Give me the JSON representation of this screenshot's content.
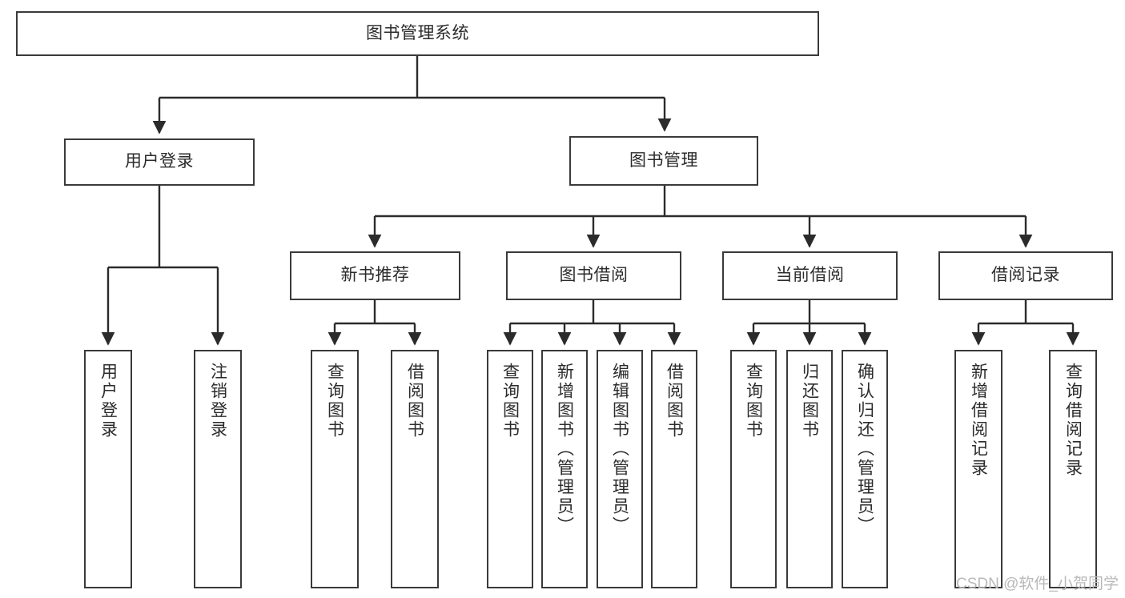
{
  "diagram": {
    "type": "tree",
    "title": "图书管理系统",
    "watermark": "CSDN @软件_小贺同学",
    "style": {
      "background": "#ffffff",
      "box_border": "#3a3a3a",
      "box_fill": "#ffffff",
      "connector": "#2b2b2b",
      "text": "#2b2b2b",
      "watermark_color": "#b9b9b9"
    },
    "levels": [
      {
        "level": 1,
        "nodes": [
          {
            "id": "root",
            "label": "图书管理系统",
            "orientation": "horizontal"
          }
        ]
      },
      {
        "level": 2,
        "nodes": [
          {
            "id": "user-login",
            "label": "用户登录",
            "orientation": "horizontal",
            "parent": "root"
          },
          {
            "id": "book-manage",
            "label": "图书管理",
            "orientation": "horizontal",
            "parent": "root"
          }
        ]
      },
      {
        "level": 3,
        "nodes": [
          {
            "id": "new-book-rec",
            "label": "新书推荐",
            "orientation": "horizontal",
            "parent": "book-manage"
          },
          {
            "id": "book-borrow",
            "label": "图书借阅",
            "orientation": "horizontal",
            "parent": "book-manage"
          },
          {
            "id": "current-borrow",
            "label": "当前借阅",
            "orientation": "horizontal",
            "parent": "book-manage"
          },
          {
            "id": "borrow-record",
            "label": "借阅记录",
            "orientation": "horizontal",
            "parent": "book-manage"
          }
        ]
      },
      {
        "level": 4,
        "nodes": [
          {
            "id": "leaf-user-login",
            "label": "用户登录",
            "orientation": "vertical",
            "parent": "user-login"
          },
          {
            "id": "leaf-logout",
            "label": "注销登录",
            "orientation": "vertical",
            "parent": "user-login"
          },
          {
            "id": "leaf-query-book-1",
            "label": "查询图书",
            "orientation": "vertical",
            "parent": "new-book-rec"
          },
          {
            "id": "leaf-borrow-book-1",
            "label": "借阅图书",
            "orientation": "vertical",
            "parent": "new-book-rec"
          },
          {
            "id": "leaf-query-book-2",
            "label": "查询图书",
            "orientation": "vertical",
            "parent": "book-borrow"
          },
          {
            "id": "leaf-add-book",
            "label": "新增图书（管理员）",
            "orientation": "vertical",
            "parent": "book-borrow"
          },
          {
            "id": "leaf-edit-book",
            "label": "编辑图书（管理员）",
            "orientation": "vertical",
            "parent": "book-borrow"
          },
          {
            "id": "leaf-borrow-book-2",
            "label": "借阅图书",
            "orientation": "vertical",
            "parent": "book-borrow"
          },
          {
            "id": "leaf-query-book-3",
            "label": "查询图书",
            "orientation": "vertical",
            "parent": "current-borrow"
          },
          {
            "id": "leaf-return-book",
            "label": "归还图书",
            "orientation": "vertical",
            "parent": "current-borrow"
          },
          {
            "id": "leaf-confirm-return",
            "label": "确认归还（管理员）",
            "orientation": "vertical",
            "parent": "current-borrow"
          },
          {
            "id": "leaf-add-record",
            "label": "新增借阅记录",
            "orientation": "vertical",
            "parent": "borrow-record"
          },
          {
            "id": "leaf-query-record",
            "label": "查询借阅记录",
            "orientation": "vertical",
            "parent": "borrow-record"
          }
        ]
      }
    ]
  }
}
